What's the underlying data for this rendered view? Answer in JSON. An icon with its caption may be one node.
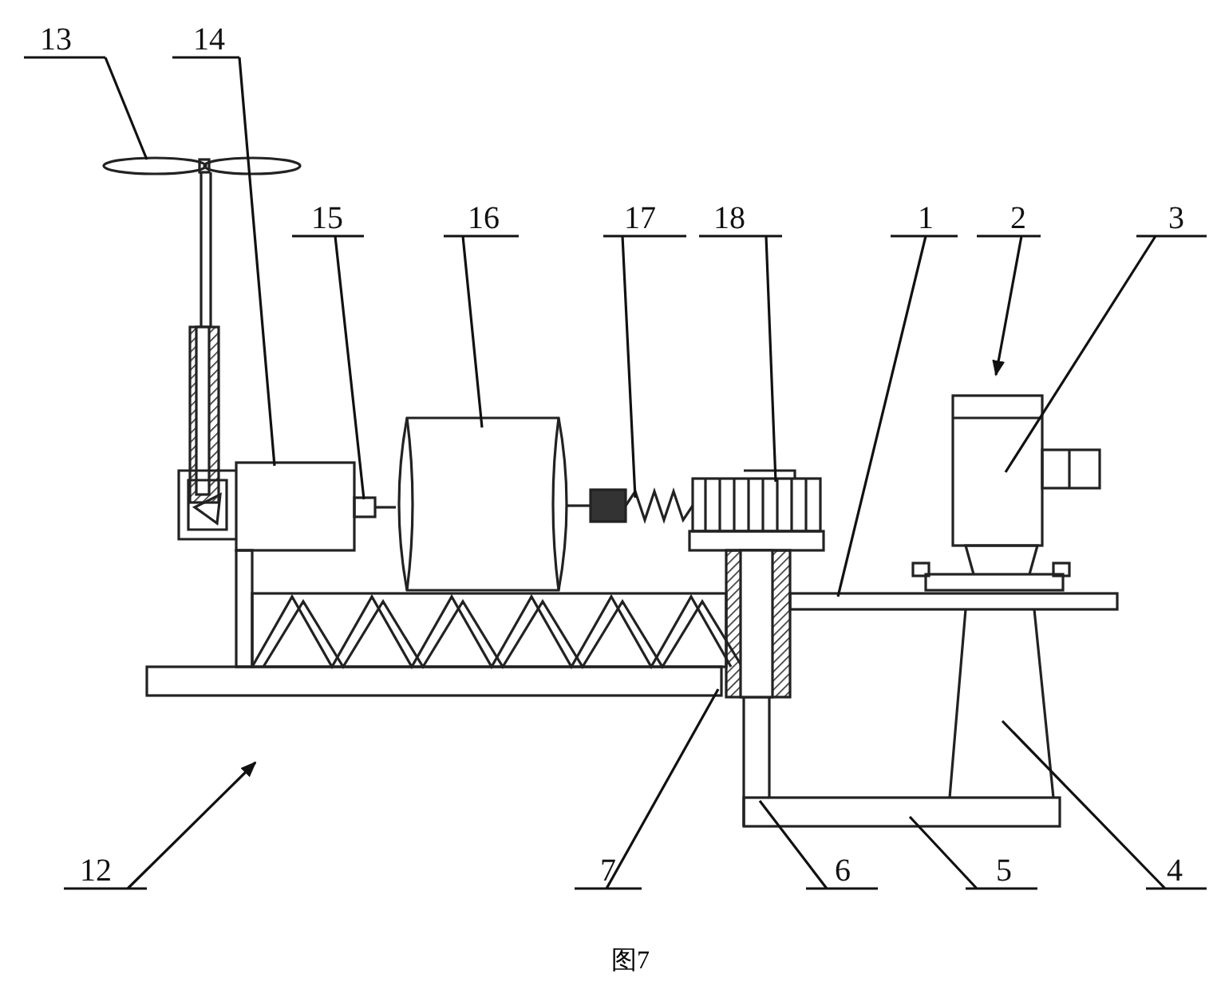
{
  "diagram": {
    "caption": "图7",
    "nodes": [
      {
        "text": [
          "13"
        ]
      },
      {
        "text": [
          "14"
        ]
      },
      {
        "text": [
          "15"
        ]
      },
      {
        "text": [
          "16"
        ]
      },
      {
        "text": [
          "17"
        ]
      },
      {
        "text": [
          "18"
        ]
      },
      {
        "text": [
          "1"
        ]
      },
      {
        "text": [
          "2"
        ]
      },
      {
        "text": [
          "3"
        ]
      },
      {
        "text": [
          "12"
        ]
      },
      {
        "text": [
          "7"
        ]
      },
      {
        "text": [
          "6"
        ]
      },
      {
        "text": [
          "5"
        ]
      },
      {
        "text": [
          "4"
        ]
      }
    ],
    "edges": [
      {
        "from": 0,
        "to": null,
        "arrow": "none"
      },
      {
        "from": 1,
        "to": null,
        "arrow": "none"
      },
      {
        "from": 2,
        "to": null,
        "arrow": "none"
      },
      {
        "from": 3,
        "to": null,
        "arrow": "none"
      },
      {
        "from": 4,
        "to": null,
        "arrow": "none"
      },
      {
        "from": 5,
        "to": null,
        "arrow": "none"
      },
      {
        "from": 6,
        "to": null,
        "arrow": "none"
      },
      {
        "from": 7,
        "to": null,
        "arrow": "to"
      },
      {
        "from": 8,
        "to": null,
        "arrow": "none"
      },
      {
        "from": 9,
        "to": null,
        "arrow": "to"
      },
      {
        "from": 10,
        "to": null,
        "arrow": "none"
      },
      {
        "from": 11,
        "to": null,
        "arrow": "none"
      },
      {
        "from": 12,
        "to": null,
        "arrow": "none"
      },
      {
        "from": 13,
        "to": null,
        "arrow": "none"
      }
    ]
  }
}
